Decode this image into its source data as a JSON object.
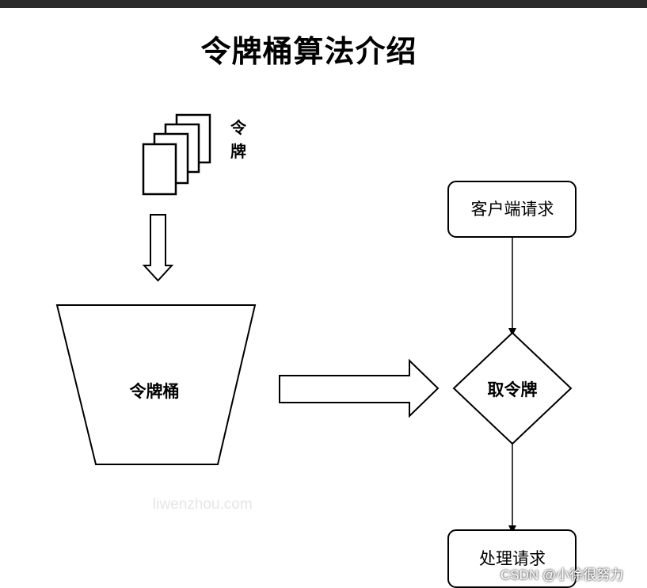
{
  "title": "令牌桶算法介绍",
  "nodes": {
    "token": "令牌",
    "bucket": "令牌桶",
    "client_request": "客户端请求",
    "take_token": "取令牌",
    "process_request": "处理请求"
  },
  "watermarks": {
    "center": "liwenzhou.com",
    "corner": "CSDN @小徐很努力"
  }
}
